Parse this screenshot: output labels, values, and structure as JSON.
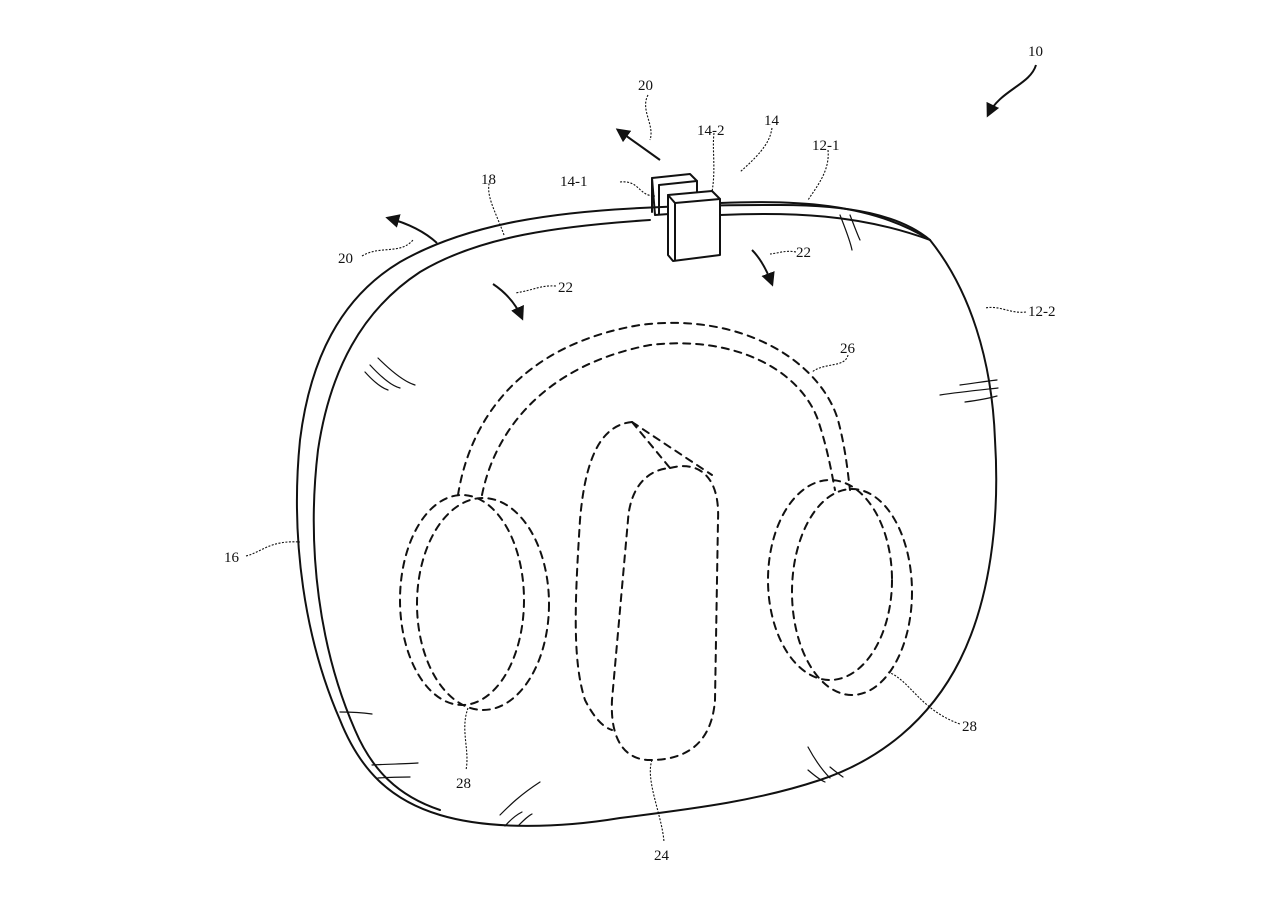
{
  "figure": {
    "description": "Patent line drawing of a headphone carrying case with a clasp",
    "overall_ref": "10",
    "labels": {
      "ref_10": "10",
      "ref_12_1": "12-1",
      "ref_12_2": "12-2",
      "ref_14": "14",
      "ref_14_1": "14-1",
      "ref_14_2": "14-2",
      "ref_16": "16",
      "ref_18": "18",
      "ref_20_top": "20",
      "ref_20_left": "20",
      "ref_22_left": "22",
      "ref_22_right": "22",
      "ref_24": "24",
      "ref_26": "26",
      "ref_28_left": "28",
      "ref_28_right": "28"
    },
    "components": [
      {
        "ref": "10",
        "name": "case assembly"
      },
      {
        "ref": "12-1",
        "name": "upper shell portion"
      },
      {
        "ref": "12-2",
        "name": "front shell portion"
      },
      {
        "ref": "14",
        "name": "clasp"
      },
      {
        "ref": "14-1",
        "name": "clasp member 1"
      },
      {
        "ref": "14-2",
        "name": "clasp member 2"
      },
      {
        "ref": "16",
        "name": "case rim / sidewall"
      },
      {
        "ref": "18",
        "name": "seam"
      },
      {
        "ref": "20",
        "name": "opening direction arrows"
      },
      {
        "ref": "22",
        "name": "closing direction arrows"
      },
      {
        "ref": "24",
        "name": "headphone headband canopy (hidden)"
      },
      {
        "ref": "26",
        "name": "headband (hidden)"
      },
      {
        "ref": "28",
        "name": "ear cups (hidden)"
      }
    ],
    "colors": {
      "line": "#111111",
      "background": "#ffffff"
    }
  }
}
